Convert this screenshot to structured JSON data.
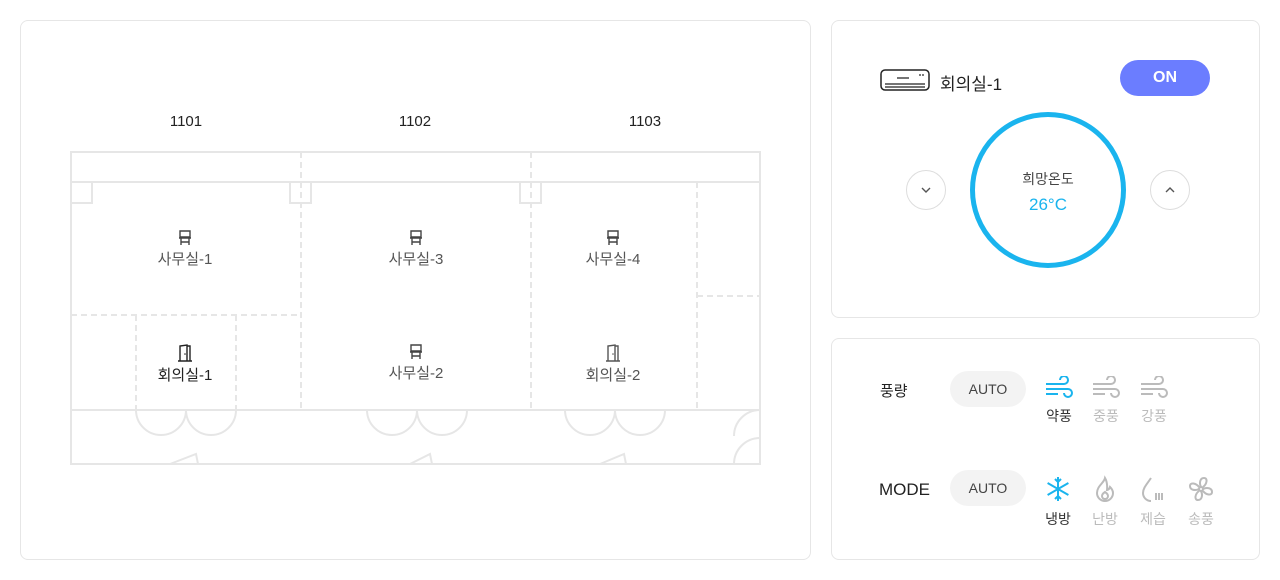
{
  "floorplan": {
    "sections": [
      "1101",
      "1102",
      "1103"
    ],
    "rooms": [
      {
        "name": "사무실-1",
        "icon": "chair-icon"
      },
      {
        "name": "사무실-3",
        "icon": "chair-icon"
      },
      {
        "name": "사무실-4",
        "icon": "chair-icon"
      },
      {
        "name": "회의실-1",
        "icon": "door-icon",
        "selected": true
      },
      {
        "name": "사무실-2",
        "icon": "chair-icon"
      },
      {
        "name": "회의실-2",
        "icon": "door-icon"
      }
    ]
  },
  "control": {
    "device_icon": "air-conditioner-icon",
    "room": "회의실-1",
    "power": "ON",
    "target_label": "희망온도",
    "target_temp": "26°C",
    "accent": "#1ab4ee",
    "power_color": "#6b7dff"
  },
  "fan": {
    "label": "풍량",
    "auto": "AUTO",
    "options": [
      {
        "label": "약풍",
        "active": true
      },
      {
        "label": "중풍"
      },
      {
        "label": "강풍"
      }
    ]
  },
  "mode": {
    "label": "MODE",
    "auto": "AUTO",
    "options": [
      {
        "label": "냉방",
        "icon": "snowflake-icon",
        "active": true
      },
      {
        "label": "난방",
        "icon": "flame-icon"
      },
      {
        "label": "제습",
        "icon": "droplet-icon"
      },
      {
        "label": "송풍",
        "icon": "fan-icon"
      }
    ]
  }
}
